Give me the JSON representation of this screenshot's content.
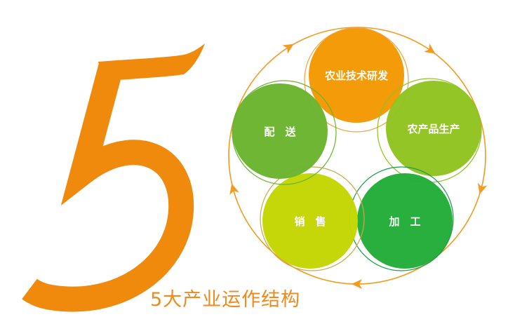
{
  "big_number": "5",
  "caption": "5大产业运作结构",
  "colors": {
    "accent": "#ef8a0c",
    "ring": "#f39a1f"
  },
  "nodes": [
    {
      "label": "农业技术研发",
      "color": "#f39800",
      "outline": "#f1a33c"
    },
    {
      "label": "农产品生产",
      "color": "#8fc31f",
      "outline": "#8fc31f"
    },
    {
      "label": "加　工",
      "color": "#22ac38",
      "outline": "#1a9a4a"
    },
    {
      "label": "销　售",
      "color": "#c3d600",
      "outline": "#c8a84a"
    },
    {
      "label": "配　送",
      "color": "#6ab42d",
      "outline": "#6ab42d"
    }
  ],
  "cycle_direction": "clockwise"
}
